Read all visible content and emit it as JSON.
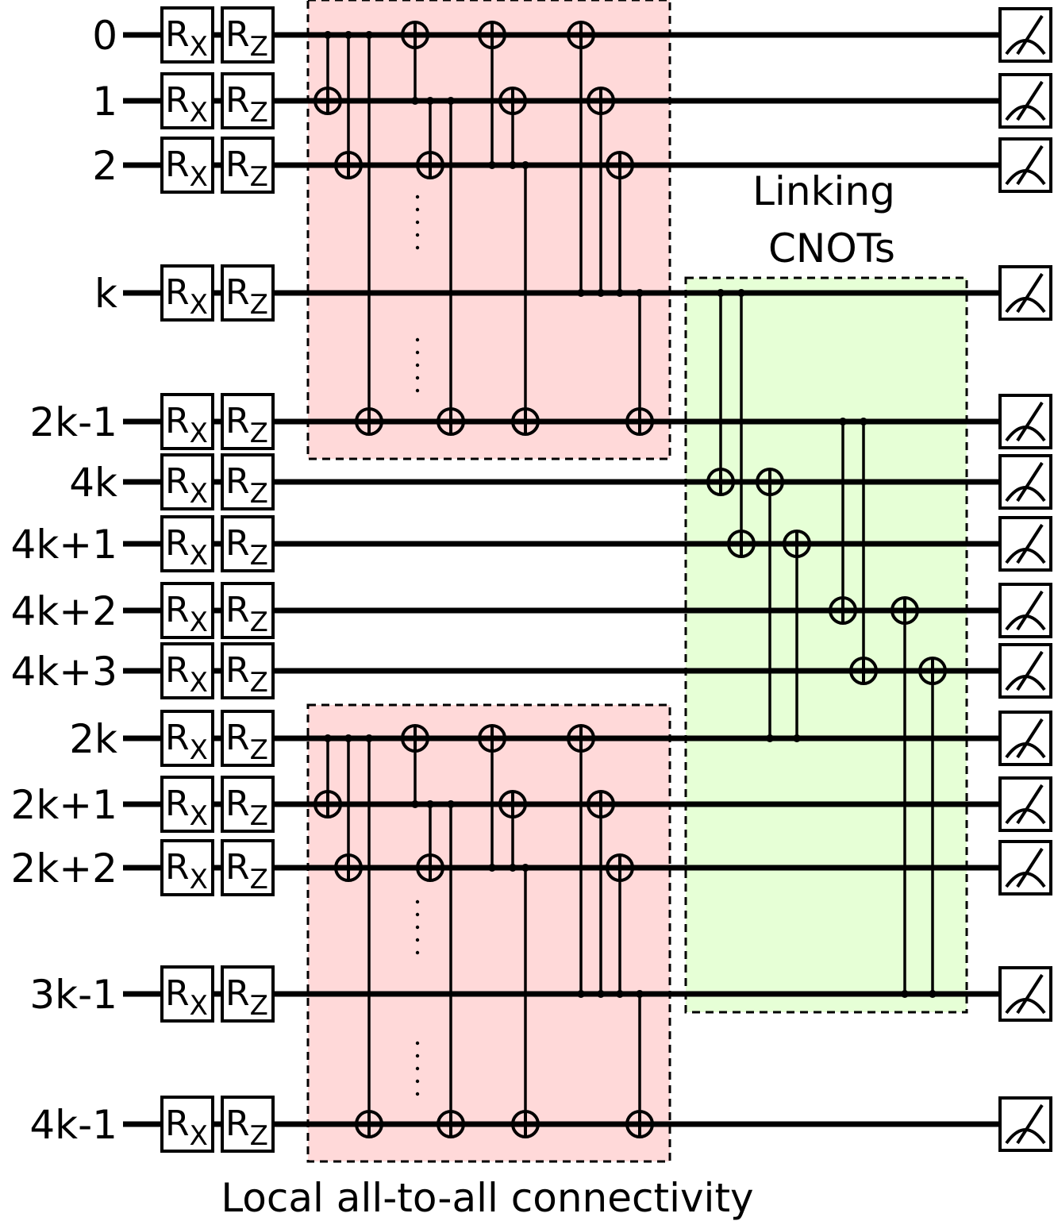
{
  "qubits": [
    "0",
    "1",
    "2",
    "k",
    "2k-1",
    "4k",
    "4k+1",
    "4k+2",
    "4k+3",
    "2k",
    "2k+1",
    "2k+2",
    "3k-1",
    "4k-1"
  ],
  "gates": {
    "rx": {
      "main": "R",
      "sub": "X"
    },
    "rz": {
      "main": "R",
      "sub": "Z"
    },
    "measure_icon": "measurement-meter-icon",
    "cnot_target_icon": "cnot-target-icon",
    "cnot_control_icon": "cnot-control-dot-icon"
  },
  "blocks": {
    "local": {
      "label": "Local all-to-all connectivity",
      "color": "#ffd9d9",
      "border": "dashed"
    },
    "linking": {
      "label_line1": "Linking",
      "label_line2": "CNOTs",
      "color": "#e6ffd6",
      "border": "dashed"
    }
  },
  "local_cnots": [
    {
      "control": "0",
      "target": "1"
    },
    {
      "control": "0",
      "target": "2"
    },
    {
      "control": "0",
      "target": "2k-1"
    },
    {
      "control": "1",
      "target": "0"
    },
    {
      "control": "1",
      "target": "2"
    },
    {
      "control": "1",
      "target": "2k-1"
    },
    {
      "control": "2",
      "target": "0"
    },
    {
      "control": "2",
      "target": "1"
    },
    {
      "control": "2",
      "target": "2k-1"
    },
    {
      "control": "k",
      "target": "0"
    },
    {
      "control": "k",
      "target": "1"
    },
    {
      "control": "k",
      "target": "2"
    },
    {
      "control": "k",
      "target": "2k-1"
    }
  ],
  "linking_cnots": [
    {
      "control": "k",
      "target": "4k"
    },
    {
      "control": "k",
      "target": "4k+1"
    },
    {
      "control": "2k",
      "target": "4k"
    },
    {
      "control": "2k",
      "target": "4k+1"
    },
    {
      "control": "2k-1",
      "target": "4k+2"
    },
    {
      "control": "2k-1",
      "target": "4k+3"
    },
    {
      "control": "3k-1",
      "target": "4k+2"
    },
    {
      "control": "3k-1",
      "target": "4k+3"
    }
  ]
}
